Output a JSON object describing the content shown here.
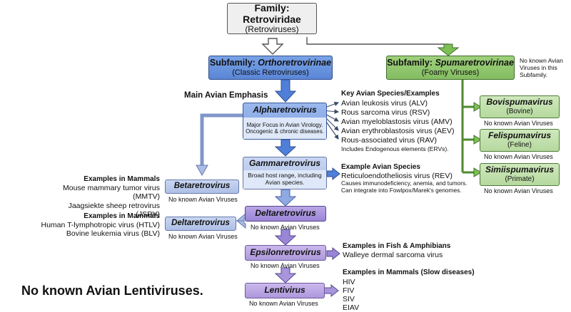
{
  "family": {
    "title": "Family: Retroviridae",
    "subtitle": "(Retroviruses)"
  },
  "ortho": {
    "prefix": "Subfamily: ",
    "name": "Orthoretrovirinae",
    "subtitle": "(Classic Retroviruses)"
  },
  "spuma": {
    "prefix": "Subfamily: ",
    "name": "Spumaretrovirinae",
    "subtitle": "(Foamy Viruses)"
  },
  "spuma_note": "No known Avian Viruses in this Subfamily.",
  "main_emphasis": "Main Avian Emphasis",
  "alpha": {
    "name": "Alpharetrovirus",
    "desc": "Major Focus in Avian Virology. Oncogenic & chronic diseases."
  },
  "alpha_examples": {
    "header": "Key Avian Species/Examples",
    "items": [
      "Avian leukosis virus (ALV)",
      "Rous sarcoma virus (RSV)",
      "Avian myeloblastosis virus (AMV)",
      "Avian erythroblastosis virus (AEV)",
      "Rous-associated virus (RAV)"
    ],
    "note": "Includes Endogenous elements (ERVs)."
  },
  "gamma": {
    "name": "Gammaretrovirus",
    "desc": "Broad host range, including Avian species."
  },
  "gamma_examples": {
    "header": "Example Avian Species",
    "item": "Reticuloendotheliosis virus (REV)",
    "note": "Causes immunodeficiency, anemia, and tumors. Can integrate into Fowlpox/Marek's genomes."
  },
  "beta": {
    "name": "Betaretrovirus",
    "note": "No known Avian Viruses"
  },
  "beta_examples": {
    "header": "Examples in Mammals",
    "items": [
      "Mouse mammary tumor virus (MMTV)",
      "Jaagsiekte sheep retrovirus (JSRV)"
    ]
  },
  "delta_left": {
    "name": "Deltaretrovirus",
    "note": "No known Avian Viruses"
  },
  "delta_examples": {
    "header": "Examples in Mammals",
    "items": [
      "Human T-lymphotropic virus (HTLV)",
      "Bovine leukemia virus (BLV)"
    ]
  },
  "delta_center": {
    "name": "Deltaretrovirus",
    "note": "No known Avian Viruses"
  },
  "epsilon": {
    "name": "Epsilonretrovirus",
    "note": "No known Avian Viruses"
  },
  "epsilon_examples": {
    "header": "Examples in Fish & Amphibians",
    "item": "Walleye dermal sarcoma virus"
  },
  "lenti": {
    "name": "Lentivirus",
    "note": "No known Avian Viruses"
  },
  "lenti_examples": {
    "header": "Examples in Mammals (Slow diseases)",
    "items": [
      "HIV",
      "FIV",
      "SIV",
      "EIAV"
    ]
  },
  "lenti_big": "No known Avian Lentiviruses.",
  "bovi": {
    "name": "Bovispumavirus",
    "host": "(Bovine)",
    "note": "No known Avian Viruses"
  },
  "feli": {
    "name": "Felispumavirus",
    "host": "(Feline)",
    "note": "No known Avian Viruses"
  },
  "simii": {
    "name": "Simiispumavirus",
    "host": "(Primate)",
    "note": "No known Avian Viruses"
  },
  "colors": {
    "blue_arrow": "#4f7fd8",
    "light_arrow": "#a9bde8",
    "purple_arrow": "#9a86d6",
    "green_arrow": "#7dbf55",
    "green_line": "#4d8a2e"
  }
}
